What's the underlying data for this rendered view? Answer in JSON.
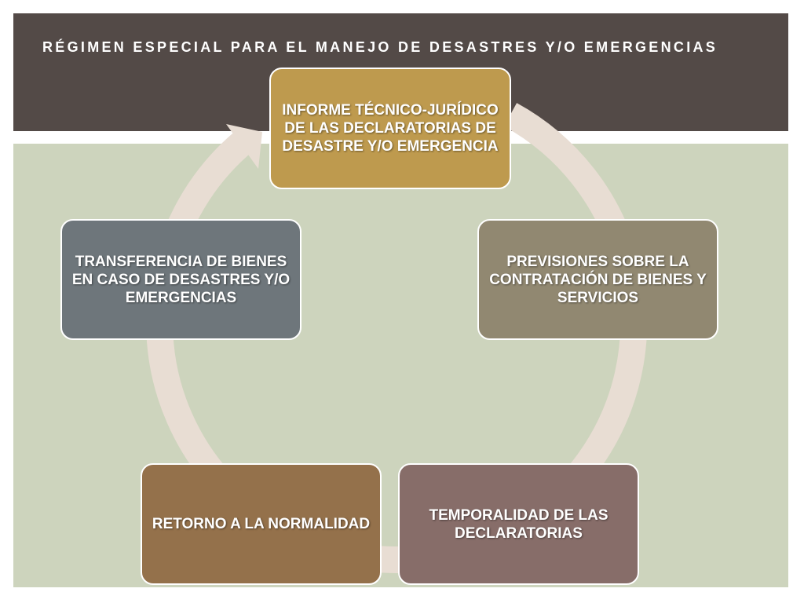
{
  "slide": {
    "title": "RÉGIMEN ESPECIAL PARA EL MANEJO DE DESASTRES Y/O EMERGENCIAS"
  },
  "colors": {
    "header_band": "#534a47",
    "content_band": "#cdd4bd",
    "cycle_arrow": "#e8ddd3",
    "node_informe": "#be9a4e",
    "node_previsiones": "#918871",
    "node_temporalidad": "#876d69",
    "node_retorno": "#94714b",
    "node_transferencia": "#6e767b"
  },
  "cycle": {
    "nodes": [
      {
        "label": "INFORME TÉCNICO-JURÍDICO DE LAS DECLARATORIAS DE DESASTRE Y/O EMERGENCIA"
      },
      {
        "label": "PREVISIONES SOBRE LA CONTRATACIÓN DE BIENES Y SERVICIOS"
      },
      {
        "label": "TEMPORALIDAD DE LAS DECLARATORIAS"
      },
      {
        "label": "RETORNO A LA NORMALIDAD"
      },
      {
        "label": "TRANSFERENCIA DE BIENES EN CASO DE DESASTRES Y/O EMERGENCIAS"
      }
    ]
  }
}
